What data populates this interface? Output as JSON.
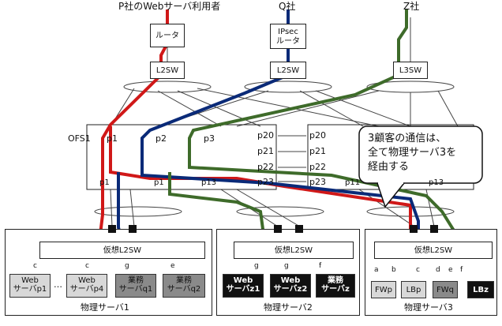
{
  "top": {
    "p_users": "P社のWebサーバ利用者",
    "q_company": "Q社",
    "z_company": "Z社"
  },
  "devices": {
    "router_p": "ルータ",
    "router_q_line1": "IPsec",
    "router_q_line2": "ルータ",
    "l2sw_p": "L2SW",
    "l2sw_q": "L2SW",
    "l2sw_z": "L3SW"
  },
  "ofs": {
    "name": "OFS1",
    "top_ports": [
      "p1",
      "p2",
      "p3"
    ],
    "middle_left": [
      "p20",
      "p21",
      "p22",
      "p23"
    ],
    "middle_right": [
      "p20",
      "p21",
      "p22",
      "p23"
    ],
    "bottom_ports": [
      "p1",
      "p1",
      "p13",
      "p11",
      "p13"
    ]
  },
  "callout": {
    "line1": "3顧客の通信は、",
    "line2": "全て物理サーバ3を",
    "line3": "経由する"
  },
  "servers": {
    "s1": {
      "label": "物理サーバ1",
      "vswitch": "仮想L2SW",
      "ports": [
        "c",
        "c",
        "g",
        "e"
      ],
      "nodes": [
        {
          "l1": "Web",
          "l2": "サーバp1"
        },
        {
          "l1": "Web",
          "l2": "サーバp4"
        },
        {
          "l1": "業務",
          "l2": "サーバq1"
        },
        {
          "l1": "業務",
          "l2": "サーバq2"
        }
      ],
      "dots": "…"
    },
    "s2": {
      "label": "物理サーバ2",
      "vswitch": "仮想L2SW",
      "ports": [
        "g",
        "g",
        "f"
      ],
      "nodes": [
        {
          "l1": "Web",
          "l2": "サーバz1"
        },
        {
          "l1": "Web",
          "l2": "サーバz2"
        },
        {
          "l1": "業務",
          "l2": "サーバz"
        }
      ]
    },
    "s3": {
      "label": "物理サーバ3",
      "vswitch": "仮想L2SW",
      "ports": [
        "a",
        "b",
        "c",
        "d",
        "e",
        "f"
      ],
      "nodes": [
        "FWp",
        "LBp",
        "FWq",
        "LBz"
      ]
    }
  },
  "colors": {
    "p_path": "#d01818",
    "q_path": "#0a2a78",
    "z_path": "#3e6b2a",
    "dark_server": "#111111",
    "mid_server": "#8a8a8a",
    "light_server": "#d8d8d8"
  }
}
